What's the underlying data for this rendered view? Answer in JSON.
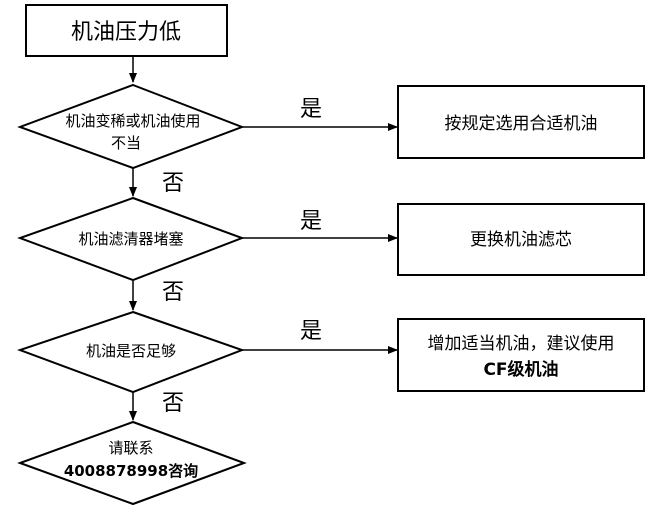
{
  "flowchart": {
    "start": {
      "label": "机油压力低"
    },
    "decisions": [
      {
        "lines": [
          "机油变稀或机油使用",
          "不当"
        ]
      },
      {
        "lines": [
          "机油滤清器堵塞"
        ]
      },
      {
        "lines": [
          "机油是否足够"
        ]
      }
    ],
    "actions": [
      {
        "lines": [
          "按规定选用合适机油"
        ]
      },
      {
        "lines": [
          "更换机油滤芯"
        ]
      },
      {
        "lines": [
          "增加适当机油，建议使用",
          "CF级机油"
        ]
      }
    ],
    "end": {
      "lines": [
        "请联系",
        "4008878998咨询"
      ]
    },
    "yes_label": "是",
    "no_label": "否"
  }
}
